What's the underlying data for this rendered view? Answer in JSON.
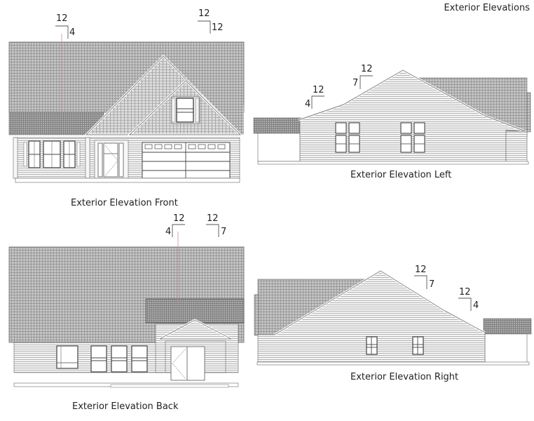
{
  "sheet": {
    "title": "Exterior Elevations"
  },
  "elevations": [
    {
      "id": "front",
      "caption": "Exterior Elevation Front",
      "pitches": [
        {
          "run": "12",
          "rise": "4"
        },
        {
          "run": "12",
          "rise": "12"
        }
      ]
    },
    {
      "id": "left",
      "caption": "Exterior Elevation Left",
      "pitches": [
        {
          "run": "12",
          "rise": "4"
        },
        {
          "run": "12",
          "rise": "7"
        }
      ]
    },
    {
      "id": "back",
      "caption": "Exterior Elevation Back",
      "pitches": [
        {
          "run": "12",
          "rise": "4"
        },
        {
          "run": "12",
          "rise": "7"
        }
      ]
    },
    {
      "id": "right",
      "caption": "Exterior Elevation Right",
      "pitches": [
        {
          "run": "12",
          "rise": "7"
        },
        {
          "run": "12",
          "rise": "4"
        }
      ]
    }
  ],
  "colors": {
    "shingle": "#b9b9b9",
    "shingle_dark": "#9c9c9c",
    "siding_line": "#9a9a9a",
    "trim": "#ffffff",
    "outline": "#555555",
    "ridge_marker": "#c98aa6"
  }
}
